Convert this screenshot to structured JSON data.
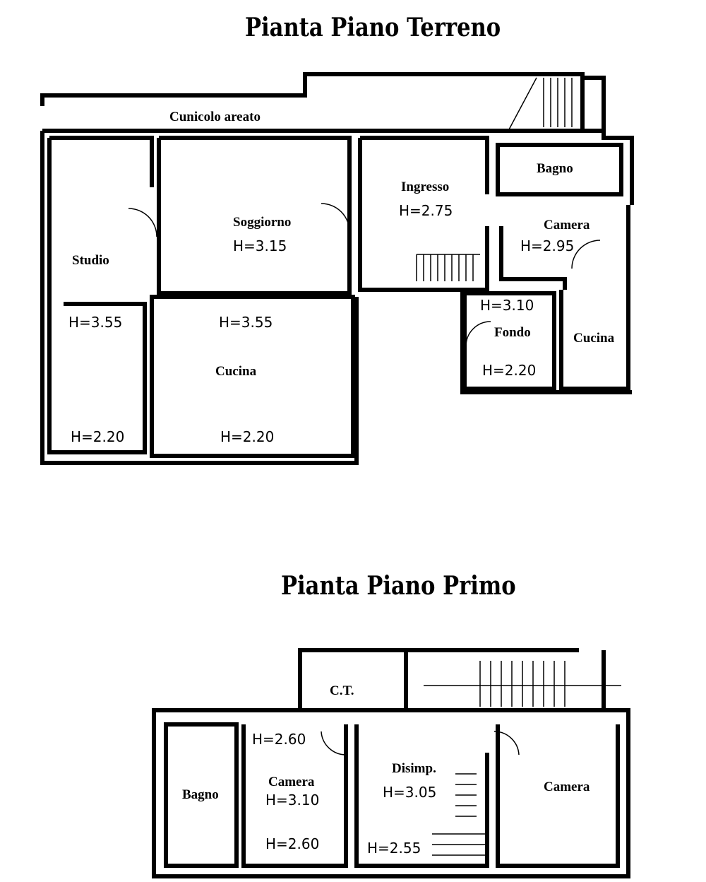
{
  "ground_floor": {
    "title": "Pianta Piano Terreno",
    "rooms": {
      "corridor": "Cunicolo areato",
      "studio": "Studio",
      "soggiorno": "Soggiorno",
      "ingresso": "Ingresso",
      "bagno": "Bagno",
      "camera": "Camera",
      "cucina_main": "Cucina",
      "fondo": "Fondo",
      "cucina_small": "Cucina"
    },
    "heights": {
      "soggiorno": "H=3.15",
      "ingresso": "H=2.75",
      "camera": "H=2.95",
      "studio_top": "H=3.55",
      "cucina_top": "H=3.55",
      "fondo_top": "H=3.10",
      "fondo_bottom": "H=2.20",
      "studio_bottom": "H=2.20",
      "cucina_bottom": "H=2.20"
    }
  },
  "first_floor": {
    "title": "Pianta Piano Primo",
    "rooms": {
      "ct": "C.T.",
      "bagno": "Bagno",
      "camera_left": "Camera",
      "disimpegno": "Disimp.",
      "camera_right": "Camera"
    },
    "heights": {
      "camera_top": "H=2.60",
      "camera_mid": "H=3.10",
      "camera_bottom": "H=2.60",
      "disimpegno": "H=3.05",
      "disimpegno_bottom": "H=2.55"
    }
  }
}
